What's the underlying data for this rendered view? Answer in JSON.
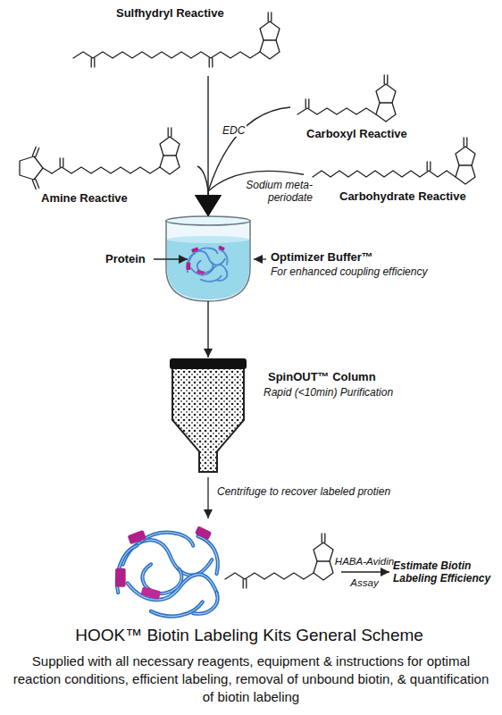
{
  "diagram": {
    "title": "HOOK™ Biotin Labeling Kits General Scheme",
    "caption": "Supplied with all necessary reagents, equipment & instructions for optimal reaction conditions, efficient labeling, removal of unbound biotin, & quantification of biotin labeling",
    "nodes": [
      {
        "text": [
          "Sulfhydryl Reactive"
        ]
      },
      {
        "text": [
          "Carboxyl Reactive"
        ]
      },
      {
        "text": [
          "Amine Reactive"
        ]
      },
      {
        "text": [
          "Carbohydrate Reactive"
        ]
      },
      {
        "text": [
          "Optimizer Buffer™",
          "For enhanced coupling efficiency"
        ]
      },
      {
        "text": [
          "SpinOUT™ Column",
          "Rapid (<10min) Purification"
        ]
      }
    ],
    "edges": [
      {
        "from": 0,
        "to": 4,
        "arrow": "to"
      },
      {
        "from": 1,
        "to": 4,
        "label": "EDC",
        "arrow": "to"
      },
      {
        "from": 2,
        "to": 4,
        "arrow": "to"
      },
      {
        "from": 3,
        "to": 4,
        "label": "Sodium meta-periodate",
        "arrow": "to"
      },
      {
        "from": 4,
        "to": 5,
        "arrow": "to"
      }
    ],
    "labels": [
      "Protein",
      "Centrifuge to recover labeled protien",
      "HABA-Avidin",
      "Assay",
      "Estimate Biotin Labeling Efficiency"
    ]
  }
}
